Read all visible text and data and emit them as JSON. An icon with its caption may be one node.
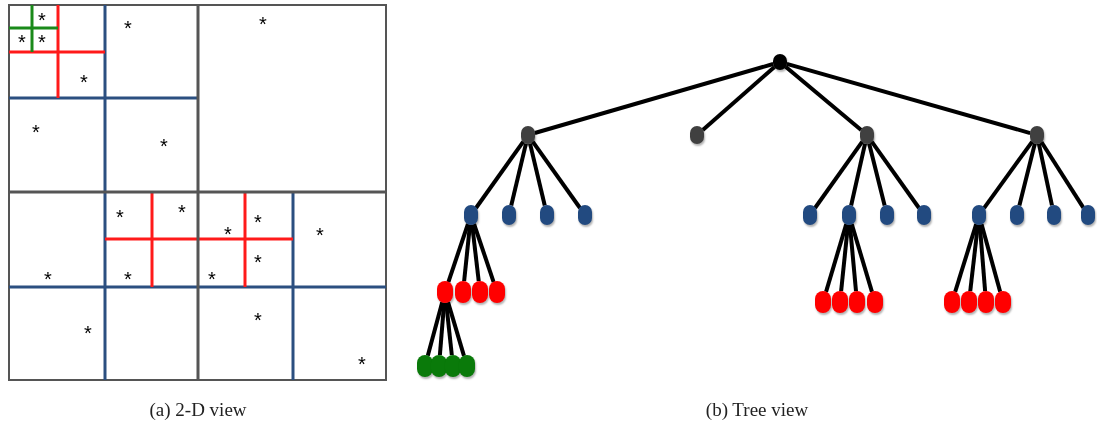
{
  "diagram": {
    "nodes": [
      {
        "text": [],
        "shape": "circle"
      },
      {
        "text": [],
        "shape": "circle"
      },
      {
        "text": [],
        "shape": "circle"
      },
      {
        "text": [],
        "shape": "circle"
      },
      {
        "text": [],
        "shape": "circle"
      },
      {
        "text": [],
        "shape": "circle"
      },
      {
        "text": [],
        "shape": "circle"
      },
      {
        "text": [],
        "shape": "circle"
      },
      {
        "text": [],
        "shape": "circle"
      },
      {
        "text": [],
        "shape": "circle"
      },
      {
        "text": [],
        "shape": "circle"
      },
      {
        "text": [],
        "shape": "circle"
      },
      {
        "text": [],
        "shape": "circle"
      },
      {
        "text": [],
        "shape": "circle"
      },
      {
        "text": [],
        "shape": "circle"
      },
      {
        "text": [],
        "shape": "circle"
      },
      {
        "text": [],
        "shape": "circle"
      },
      {
        "text": [],
        "shape": "circle"
      },
      {
        "text": [],
        "shape": "circle"
      },
      {
        "text": [],
        "shape": "circle"
      },
      {
        "text": [],
        "shape": "circle"
      },
      {
        "text": [],
        "shape": "circle"
      },
      {
        "text": [],
        "shape": "circle"
      },
      {
        "text": [],
        "shape": "circle"
      },
      {
        "text": [],
        "shape": "circle"
      },
      {
        "text": [],
        "shape": "circle"
      },
      {
        "text": [],
        "shape": "circle"
      },
      {
        "text": [],
        "shape": "circle"
      },
      {
        "text": [],
        "shape": "circle"
      },
      {
        "text": [],
        "shape": "circle"
      },
      {
        "text": [],
        "shape": "circle"
      },
      {
        "text": [],
        "shape": "circle"
      },
      {
        "text": [],
        "shape": "circle"
      }
    ],
    "edges": [
      {
        "from": 0,
        "to": 1,
        "arrow": "none"
      },
      {
        "from": 0,
        "to": 2,
        "arrow": "none"
      },
      {
        "from": 0,
        "to": 3,
        "arrow": "none"
      },
      {
        "from": 0,
        "to": 4,
        "arrow": "none"
      },
      {
        "from": 1,
        "to": 5,
        "arrow": "none"
      },
      {
        "from": 1,
        "to": 6,
        "arrow": "none"
      },
      {
        "from": 1,
        "to": 7,
        "arrow": "none"
      },
      {
        "from": 1,
        "to": 8,
        "arrow": "none"
      },
      {
        "from": 3,
        "to": 9,
        "arrow": "none"
      },
      {
        "from": 3,
        "to": 10,
        "arrow": "none"
      },
      {
        "from": 3,
        "to": 11,
        "arrow": "none"
      },
      {
        "from": 3,
        "to": 12,
        "arrow": "none"
      },
      {
        "from": 4,
        "to": 13,
        "arrow": "none"
      },
      {
        "from": 4,
        "to": 14,
        "arrow": "none"
      },
      {
        "from": 4,
        "to": 15,
        "arrow": "none"
      },
      {
        "from": 4,
        "to": 16,
        "arrow": "none"
      },
      {
        "from": 5,
        "to": 17,
        "arrow": "none"
      },
      {
        "from": 5,
        "to": 18,
        "arrow": "none"
      },
      {
        "from": 5,
        "to": 19,
        "arrow": "none"
      },
      {
        "from": 5,
        "to": 20,
        "arrow": "none"
      },
      {
        "from": 10,
        "to": 21,
        "arrow": "none"
      },
      {
        "from": 10,
        "to": 22,
        "arrow": "none"
      },
      {
        "from": 10,
        "to": 23,
        "arrow": "none"
      },
      {
        "from": 10,
        "to": 24,
        "arrow": "none"
      },
      {
        "from": 13,
        "to": 25,
        "arrow": "none"
      },
      {
        "from": 13,
        "to": 26,
        "arrow": "none"
      },
      {
        "from": 13,
        "to": 27,
        "arrow": "none"
      },
      {
        "from": 13,
        "to": 28,
        "arrow": "none"
      },
      {
        "from": 17,
        "to": 29,
        "arrow": "none"
      },
      {
        "from": 17,
        "to": 30,
        "arrow": "none"
      },
      {
        "from": 17,
        "to": 31,
        "arrow": "none"
      },
      {
        "from": 17,
        "to": 32,
        "arrow": "none"
      }
    ],
    "labels": [
      "*",
      "*",
      "*",
      "*",
      "*",
      "*",
      "*",
      "*",
      "*",
      "*",
      "*",
      "*",
      "*",
      "*",
      "*",
      "*",
      "*",
      "*",
      "*",
      "*",
      "(a) 2-D view",
      "(b) Tree view"
    ]
  }
}
